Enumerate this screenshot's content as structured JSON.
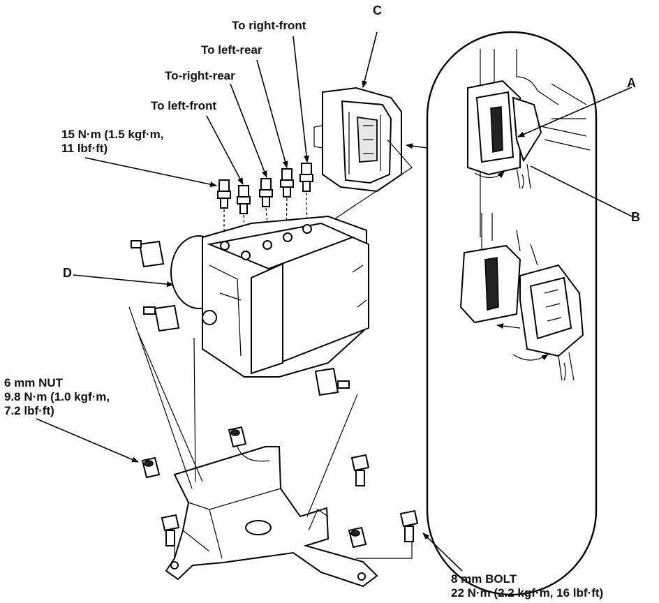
{
  "labels": {
    "to_right_front": "To right-front",
    "to_left_rear": "To left-rear",
    "to_right_rear": "To-right-rear",
    "to_left_front": "To left-front",
    "torque_pipe_1": "15 N·m (1.5 kgf·m,",
    "torque_pipe_2": "11 lbf·ft)",
    "callout_a": "A",
    "callout_b": "B",
    "callout_c": "C",
    "callout_d": "D",
    "nut_1": "6 mm NUT",
    "nut_2": "9.8 N·m (1.0 kgf·m,",
    "nut_3": "7.2 lbf·ft)",
    "bolt_1": "8 mm BOLT",
    "bolt_2": "22 N·m (2.2 kgf·m, 16 lbf·ft)"
  }
}
